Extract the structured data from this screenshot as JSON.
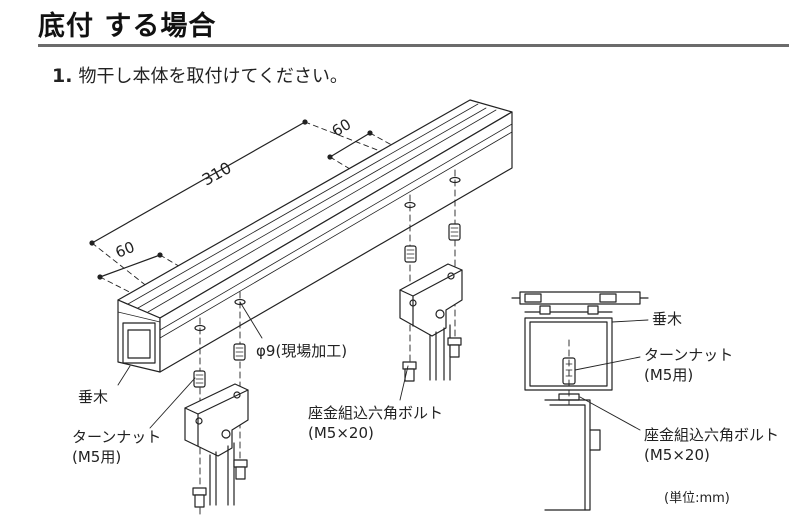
{
  "header": {
    "title": "底付 する場合"
  },
  "step": {
    "number": "1.",
    "text": "物干し本体を取付けてください。"
  },
  "dimensions": {
    "overall": "310",
    "left_offset": "60",
    "right_offset": "60"
  },
  "labels": {
    "hole": "φ9(現場加工)",
    "rafter_left": "垂木",
    "turn_nut_left": "ターンナット",
    "turn_nut_left_size": "(M5用)",
    "bolt_center": "座金組込六角ボルト",
    "bolt_center_size": "(M5×20)",
    "rafter_right": "垂木",
    "turn_nut_right": "ターンナット",
    "turn_nut_right_size": "(M5用)",
    "bolt_right": "座金組込六角ボルト",
    "bolt_right_size": "(M5×20)",
    "unit": "(単位:mm)"
  },
  "colors": {
    "line": "#222222",
    "rule": "#6b6b6b"
  }
}
